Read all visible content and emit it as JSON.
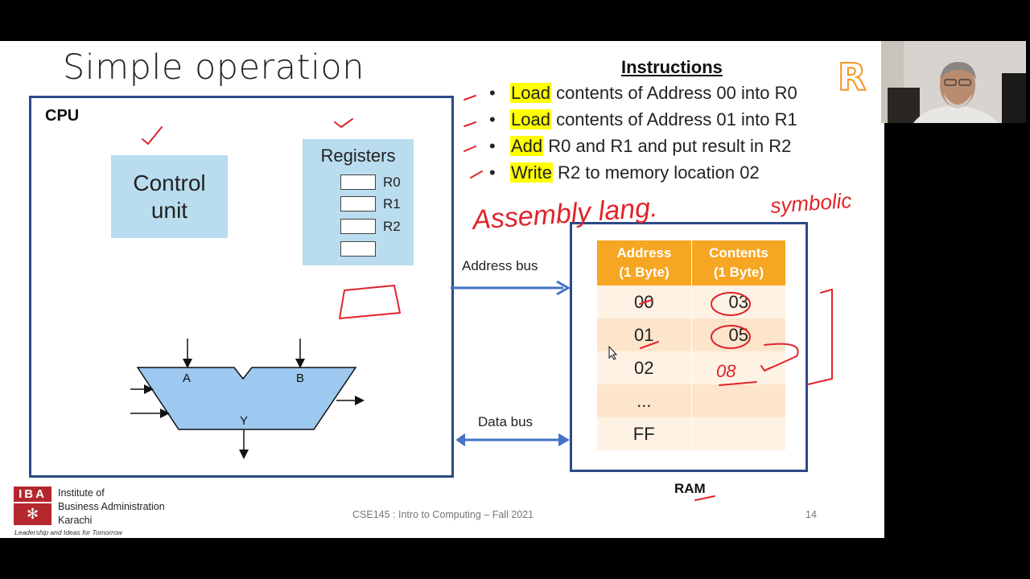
{
  "slide": {
    "title": "Simple operation",
    "cpu_label": "CPU",
    "control_unit": "Control unit",
    "registers": {
      "title": "Registers",
      "items": [
        "R0",
        "R1",
        "R2",
        ""
      ]
    },
    "alu": {
      "input_a": "A",
      "input_b": "B",
      "output": "Y"
    },
    "address_bus_label": "Address bus",
    "data_bus_label": "Data bus",
    "ram": {
      "label": "RAM",
      "headers": [
        "Address\n(1 Byte)",
        "Contents\n(1 Byte)"
      ],
      "header_address_line1": "Address",
      "header_address_line2": "(1 Byte)",
      "header_contents_line1": "Contents",
      "header_contents_line2": "(1 Byte)",
      "rows": [
        {
          "address": "00",
          "contents": "03"
        },
        {
          "address": "01",
          "contents": "05"
        },
        {
          "address": "02",
          "contents": ""
        },
        {
          "address": "...",
          "contents": ""
        },
        {
          "address": "FF",
          "contents": ""
        }
      ]
    },
    "instructions": {
      "title": "Instructions",
      "items": [
        {
          "verb": "Load",
          "rest": " contents of Address 00 into R0"
        },
        {
          "verb": "Load",
          "rest": " contents of Address 01 into R1"
        },
        {
          "verb": "Add",
          "rest": " R0 and R1 and put result in R2"
        },
        {
          "verb": "Write",
          "rest": " R2 to memory location 02"
        }
      ]
    },
    "annotations": {
      "handwritten_1": "Assembly lang.",
      "handwritten_2": "symbolic",
      "handwritten_result": "08"
    },
    "footer": {
      "course": "CSE145 : Intro to Computing – Fall 2021",
      "page": "14",
      "org_line1": "Institute of",
      "org_line2": "Business Administration",
      "org_line3": "Karachi",
      "org_abbr": "IBA",
      "org_tagline": "Leadership and Ideas for Tomorrow"
    }
  },
  "colors": {
    "box_border": "#2b4a86",
    "light_blue": "#b9dcef",
    "table_header": "#f6a623",
    "highlight": "#ffff00",
    "annotation_red": "#e0242a",
    "bus_arrow": "#4472c4"
  }
}
